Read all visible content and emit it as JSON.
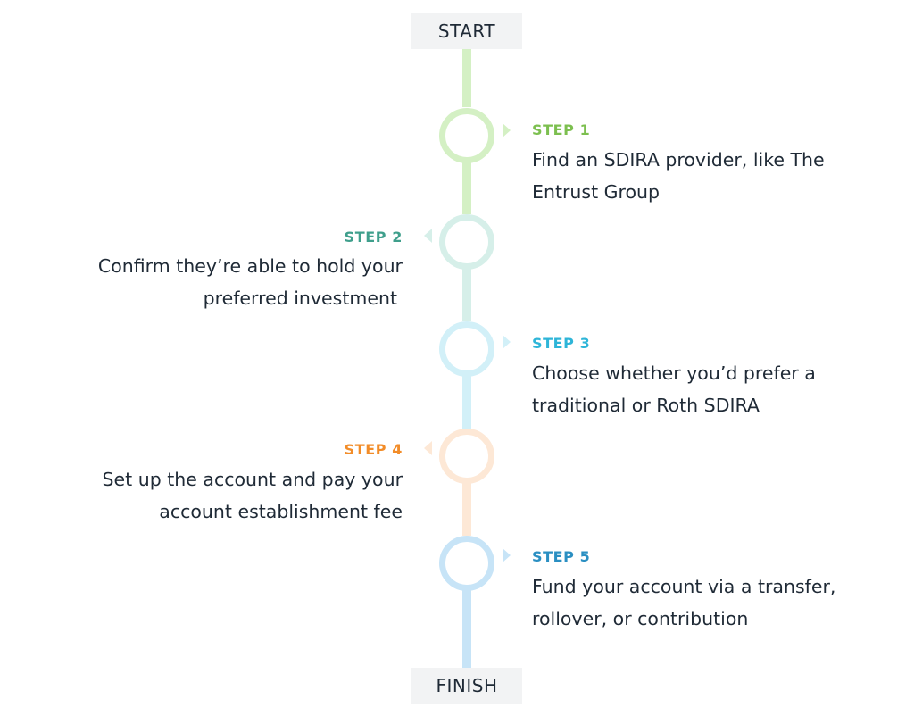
{
  "start_label": "START",
  "finish_label": "FINISH",
  "steps": [
    {
      "label": "STEP 1",
      "text_line1": "Find an SDIRA provider, like The",
      "text_line2": "Entrust Group",
      "color": "#7cbf4f",
      "ring_color": "#d4f0c4",
      "side": "right"
    },
    {
      "label": "STEP 2",
      "text_line1": "Confirm they’re able to hold your",
      "text_line2": "preferred investment",
      "color": "#3f9f8c",
      "ring_color": "#d6efe9",
      "side": "left"
    },
    {
      "label": "STEP 3",
      "text_line1": "Choose whether you’d prefer a",
      "text_line2": "traditional or Roth SDIRA",
      "color": "#2eb5d8",
      "ring_color": "#d2f0f8",
      "side": "right"
    },
    {
      "label": "STEP 4",
      "text_line1": "Set up the account and pay your",
      "text_line2": "account establishment fee",
      "color": "#f28c28",
      "ring_color": "#fde8d6",
      "side": "left"
    },
    {
      "label": "STEP 5",
      "text_line1": "Fund your account via a transfer,",
      "text_line2": "rollover, or contribution",
      "color": "#2a8fc2",
      "ring_color": "#c7e4f7",
      "side": "right"
    }
  ]
}
